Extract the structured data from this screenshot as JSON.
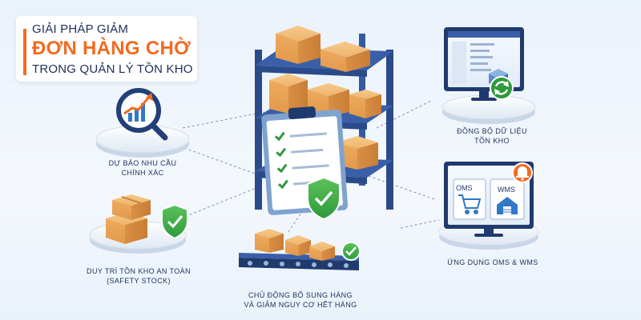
{
  "title": {
    "line1": "GIẢI PHÁP GIẢM",
    "line2": "ĐƠN HÀNG CHỜ",
    "line3": "TRONG QUẢN LÝ TỒN KHO"
  },
  "captions": {
    "forecast": [
      "DỰ BÁO NHU CẦU",
      "CHÍNH XÁC"
    ],
    "safety_stock": [
      "DUY TRÌ TỒN KHO AN TOÀN",
      "(SAFETY STOCK)"
    ],
    "replenish": [
      "CHỦ ĐỘNG BỔ SUNG HÀNG",
      "VÀ GIẢM NGUY CƠ HẾT HÀNG"
    ],
    "sync": [
      "ĐỒNG BỘ DỮ LIỆU",
      "TỒN KHO"
    ],
    "oms_wms": [
      "ỨNG DỤNG OMS & WMS"
    ]
  },
  "screen_labels": {
    "oms": "OMS",
    "wms": "WMS"
  },
  "icons": [
    "magnifier-growth-chart-icon",
    "safety-shield-check-icon",
    "clipboard-checklist-icon",
    "sync-arrows-icon",
    "notification-bell-icon",
    "shopping-cart-icon",
    "warehouse-icon"
  ],
  "colors": {
    "accent_orange": "#f26b21",
    "navy": "#1f2f5a",
    "shelf_blue": "#2f4f8f",
    "box_tan": "#e9a85a",
    "check_green": "#3fb14a"
  }
}
